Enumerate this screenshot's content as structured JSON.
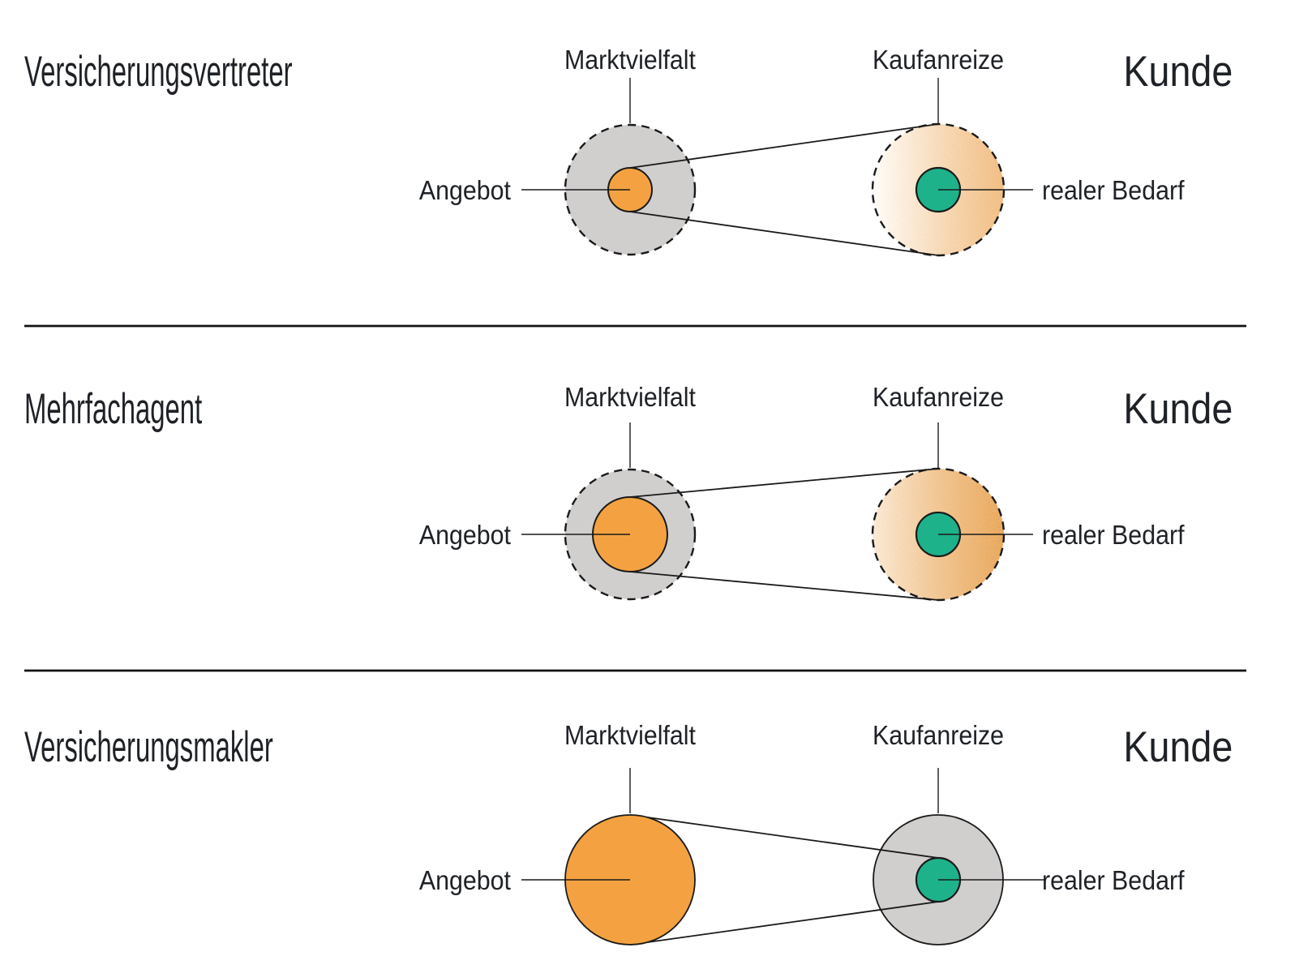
{
  "palette": {
    "orange": "#F4A241",
    "teal": "#1EB28B",
    "gray_fill": "#D1CECE",
    "stroke_dark": "#1A1A1A",
    "text_color": "#1E2126",
    "divider_color": "#111111",
    "row1_glow_from": "#FFFDFA",
    "row1_glow_to": "#F2BF85",
    "row2_glow_from": "#FBEBD8",
    "row2_glow_to": "#E9A455",
    "speckle_color": "#D9853A"
  },
  "rows": [
    {
      "title": "Versicherungsvertreter",
      "market_label": "Marktvielfalt",
      "incentive_label": "Kaufanreize",
      "customer_label": "Kunde",
      "offer_label": "Angebot",
      "need_label": "realer Bedarf"
    },
    {
      "title": "Mehrfachagent",
      "market_label": "Marktvielfalt",
      "incentive_label": "Kaufanreize",
      "customer_label": "Kunde",
      "offer_label": "Angebot",
      "need_label": "realer Bedarf"
    },
    {
      "title": "Versicherungsmakler",
      "market_label": "Marktvielfalt",
      "incentive_label": "Kaufanreize",
      "customer_label": "Kunde",
      "offer_label": "Angebot",
      "need_label": "realer Bedarf"
    }
  ]
}
